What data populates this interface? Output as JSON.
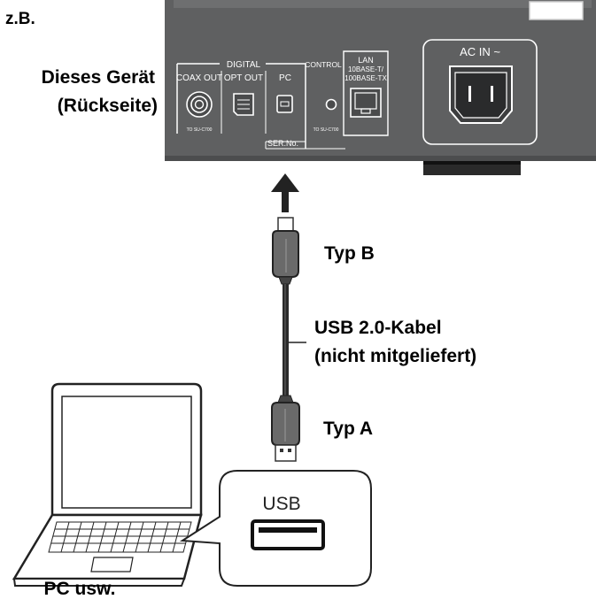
{
  "intro": "z.B.",
  "device": {
    "label_line1": "Dieses Gerät",
    "label_line2": "(Rückseite)",
    "panel": {
      "digital": "DIGITAL",
      "coax_out": "COAX OUT",
      "opt_out": "OPT OUT",
      "pc": "PC",
      "control": "CONTROL",
      "lan_line1": "LAN",
      "lan_line2": "10BASE-T/",
      "lan_line3": "100BASE-TX",
      "ac_in": "AC IN ~",
      "to_su_1": "TO SU-C700",
      "to_su_2": "TO SU-C700",
      "serial": "SER.No."
    }
  },
  "cable": {
    "type_b": "Typ B",
    "name_line1": "USB 2.0-Kabel",
    "name_line2": "(nicht mitgeliefert)",
    "type_a": "Typ A"
  },
  "pc": {
    "usb_port_label": "USB",
    "label": "PC usw."
  }
}
